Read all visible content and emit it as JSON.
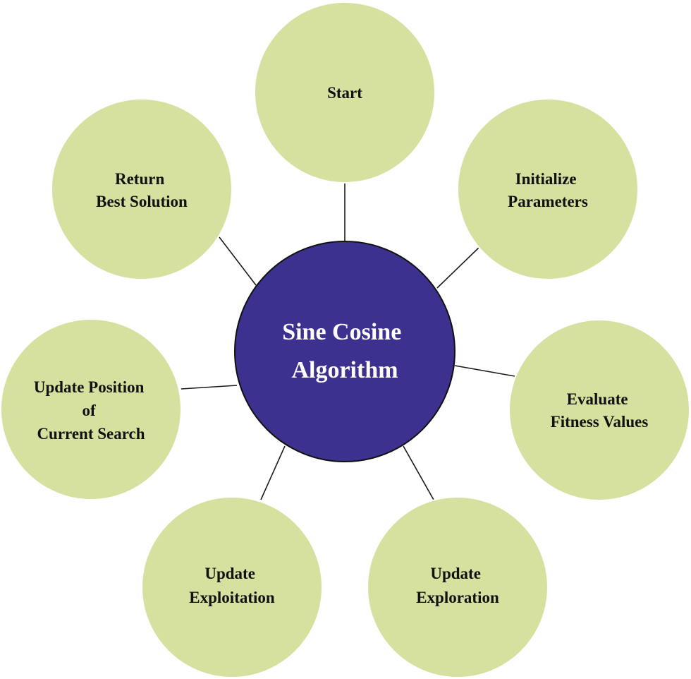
{
  "colors": {
    "node_fill": "#d6e1a0",
    "center_fill": "#3d3190"
  },
  "center": {
    "line1": "Sine Cosine",
    "line2": "Algorithm"
  },
  "nodes": [
    {
      "id": "start",
      "lines": [
        "Start"
      ]
    },
    {
      "id": "initialize-parameters",
      "lines": [
        "Initialize",
        "Parameters"
      ]
    },
    {
      "id": "evaluate-fitness-values",
      "lines": [
        "Evaluate",
        "Fitness Values"
      ]
    },
    {
      "id": "update-exploration",
      "lines": [
        "Update",
        "Exploration"
      ]
    },
    {
      "id": "update-exploitation",
      "lines": [
        "Update",
        "Exploitation"
      ]
    },
    {
      "id": "update-position",
      "lines": [
        "Update Position",
        "of",
        "Current Search"
      ]
    },
    {
      "id": "return-best-solution",
      "lines": [
        "Return",
        "Best Solution"
      ]
    }
  ]
}
